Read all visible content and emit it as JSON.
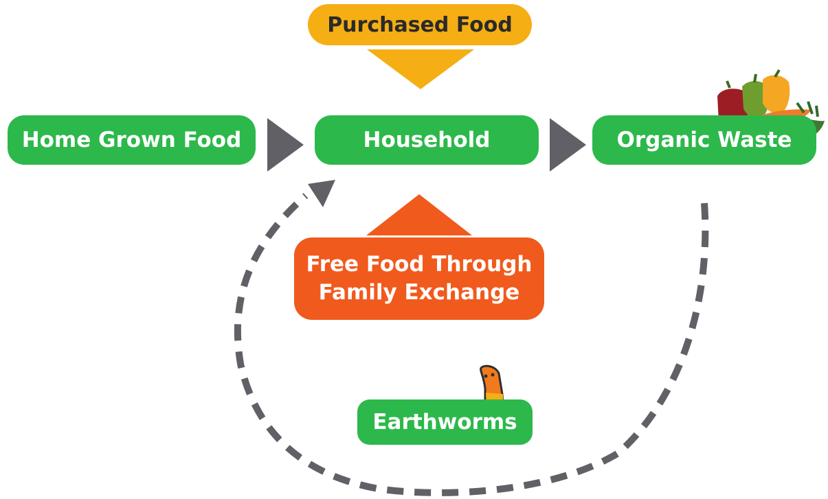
{
  "nodes": {
    "purchased_food": "Purchased Food",
    "home_grown_food": "Home Grown Food",
    "household": "Household",
    "organic_waste": "Organic Waste",
    "free_food_line1": "Free Food Through",
    "free_food_line2": "Family Exchange",
    "earthworms": "Earthworms"
  },
  "colors": {
    "green": "#2db84b",
    "yellow": "#f5ae13",
    "orange": "#f05a1d",
    "arrow_gray": "#606066"
  }
}
